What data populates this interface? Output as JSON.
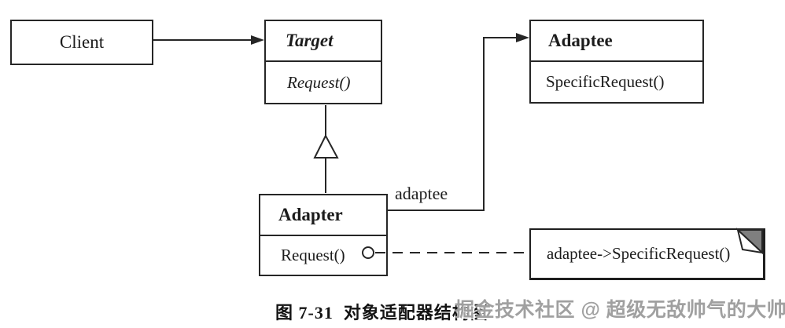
{
  "figure": {
    "caption": "图 7-31  对象适配器结构图",
    "watermark": "掘金技术社区 @ 超级无敌帅气的大帅哥"
  },
  "classes": {
    "client": {
      "name": "Client"
    },
    "target": {
      "name": "Target",
      "method": "Request()"
    },
    "adaptee": {
      "name": "Adaptee",
      "method": "SpecificRequest()"
    },
    "adapter": {
      "name": "Adapter",
      "method": "Request()"
    }
  },
  "note": {
    "text": "adaptee->SpecificRequest()"
  },
  "relations": {
    "client_to_target": "association-arrow",
    "adapter_to_target": "generalization-hollow-triangle",
    "adapter_to_adaptee_label": "adaptee",
    "request_delegation": "dashed-line-with-circle"
  },
  "icons": {
    "generalization_icon": "hollow-triangle-arrow",
    "association_icon": "filled-arrowhead",
    "delegation_circle_icon": "small-open-circle",
    "note_fold_icon": "folded-corner"
  },
  "colors": {
    "line": "#262626",
    "background": "#ffffff",
    "watermark_gray": "#a0a0a0",
    "note_fold_gray": "#7f7f7f"
  }
}
